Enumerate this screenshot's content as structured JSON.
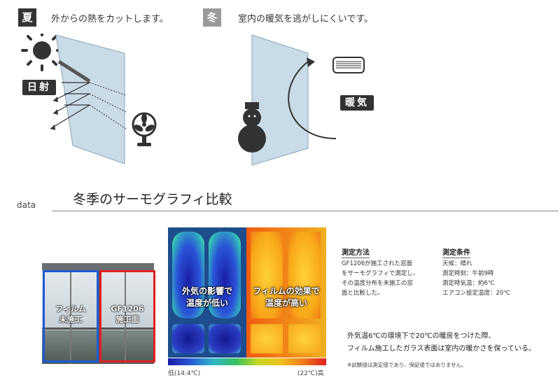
{
  "summer": {
    "badge": "夏",
    "badge_color": "#333333",
    "heading": "外からの熱をカットします。",
    "sun_label": "日射"
  },
  "winter": {
    "badge": "冬",
    "badge_color": "#9a9a9a",
    "heading": "室内の暖気を逃がしにくいです。",
    "heat_label": "暖気"
  },
  "data_section": {
    "label": "data",
    "title": "冬季のサーモグラフィ比較"
  },
  "photo": {
    "left_label": "フィルム\n未施工",
    "right_label": "GF1206\n施工面",
    "left_frame_color": "#1e5bd0",
    "right_frame_color": "#e02020"
  },
  "thermo": {
    "left_label": "外気の影響で\n温度が低い",
    "right_label": "フィルムの効果で\n温度が高い",
    "scale_low": "低(14.4℃)",
    "scale_high": "(22℃)高"
  },
  "method": {
    "title": "測定方法",
    "text": "GF1206が施工された窓面\nをサーモグラフィで測定し、\nその温度分布を未施工の窓\n面と比較した。"
  },
  "conditions": {
    "title": "測定条件",
    "text": "天候：晴れ\n測定時刻：午前9時\n測定時気温：約6℃\nエアコン設定温度：20℃"
  },
  "note": "外気温6℃の環境下で20℃の暖房をつけた際、\nフィルム施工したガラス表面は室内の暖かさを保っている。",
  "disclaimer": "※試験値は測定値であり、保証値ではありません。"
}
